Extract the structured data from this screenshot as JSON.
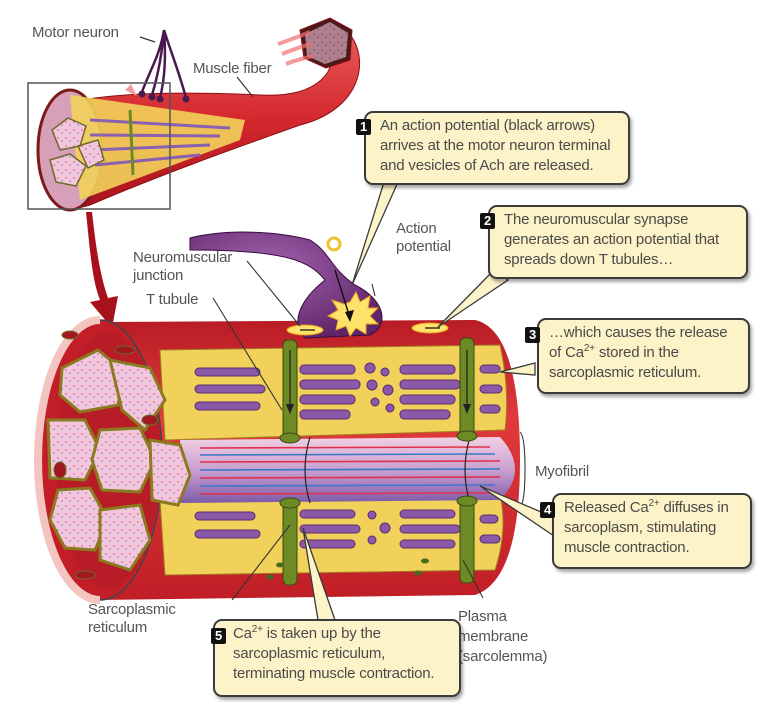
{
  "diagram": {
    "subject": "Excitation-contraction coupling in skeletal muscle fiber",
    "labels": {
      "motor_neuron": "Motor neuron",
      "muscle_fiber": "Muscle fiber",
      "action_potential_line1": "Action",
      "action_potential_line2": "potential",
      "neuromuscular_junction_line1": "Neuromuscular",
      "neuromuscular_junction_line2": "junction",
      "t_tubule": "T tubule",
      "myofibril": "Myofibril",
      "sarcoplasmic_reticulum_line1": "Sarcoplasmic",
      "sarcoplasmic_reticulum_line2": "reticulum",
      "plasma_membrane_line1": "Plasma",
      "plasma_membrane_line2": "membrane",
      "plasma_membrane_line3": "(sarcolemma)"
    },
    "steps": [
      {
        "number": "1",
        "lines": [
          "An action potential (black arrows)",
          "arrives at the motor neuron terminal",
          "and vesicles of Ach are released."
        ]
      },
      {
        "number": "2",
        "lines": [
          "The neuromuscular synapse",
          "generates an action potential that",
          "spreads down T tubules…"
        ]
      },
      {
        "number": "3",
        "line1": "…which causes the release",
        "line2_pre": "of Ca",
        "line2_sup": "2+",
        "line2_post": " stored in the",
        "line3": "sarcoplasmic reticulum."
      },
      {
        "number": "4",
        "line1_pre": "Released Ca",
        "line1_sup": "2+",
        "line1_post": " diffuses in",
        "line2": "sarcoplasm, stimulating",
        "line3": "muscle contraction."
      },
      {
        "number": "5",
        "line1_pre": "Ca",
        "line1_sup": "2+",
        "line1_post": " is taken up by the",
        "line2": "sarcoplasmic reticulum,",
        "line3": "terminating muscle contraction."
      }
    ],
    "colors": {
      "callout_fill": "#fdf3c8",
      "muscle_red": "#d8282e",
      "sr_yellow": "#f2d15a",
      "ttubule_green": "#6e8a25",
      "neuron_purple": "#7a3a86",
      "myofibril_pink": "#e8b8d4"
    }
  }
}
